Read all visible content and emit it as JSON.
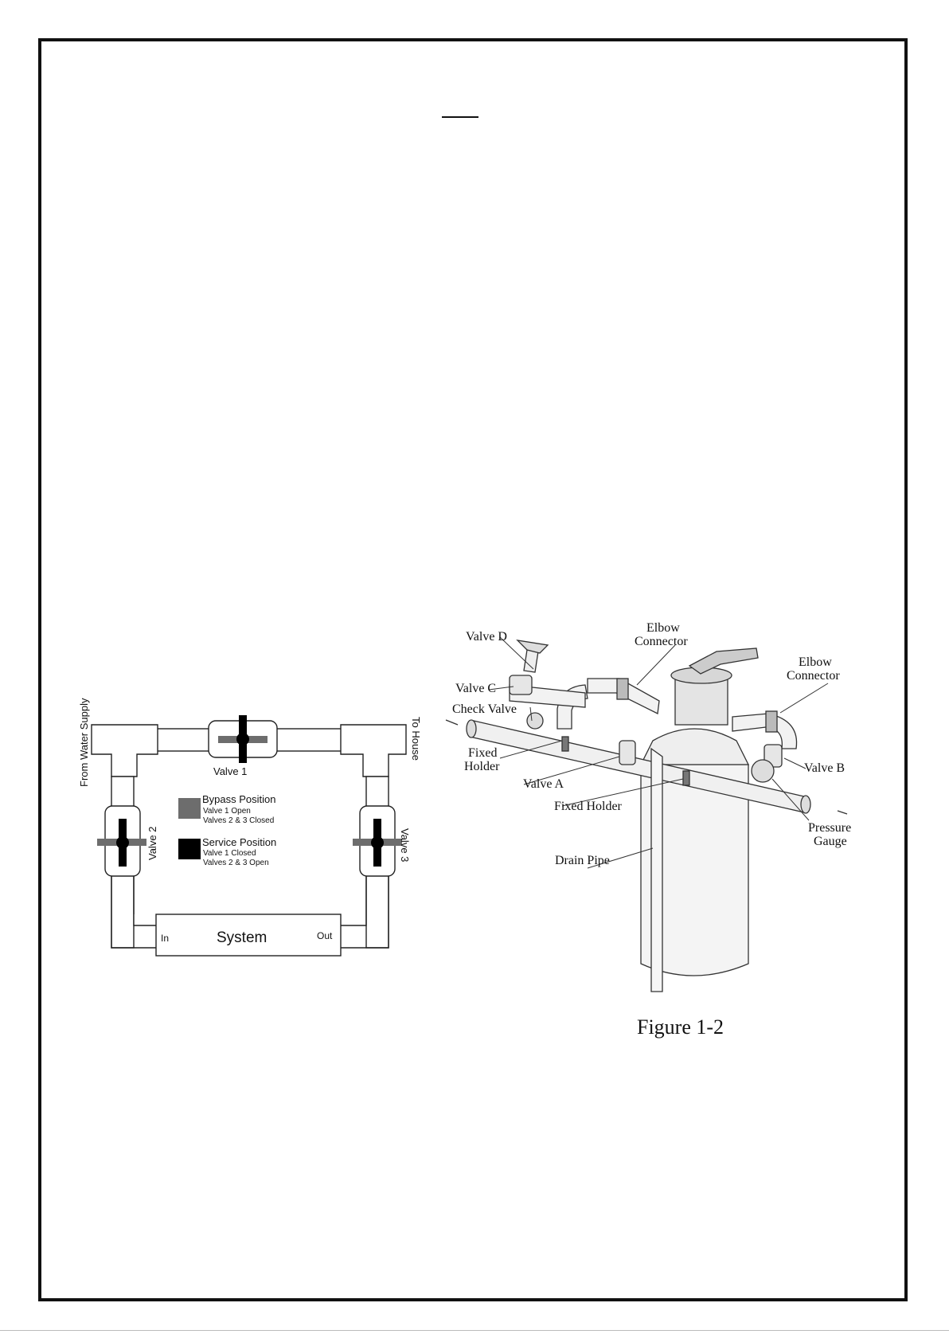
{
  "bypass_diagram": {
    "from_water_supply": "From Water Supply",
    "to_house": "To House",
    "valve_1": "Valve 1",
    "valve_2": "Valve 2",
    "valve_3": "Valve 3",
    "system": "System",
    "in": "In",
    "out": "Out",
    "legend": [
      {
        "title": "Bypass Position",
        "line1": "Valve 1 Open",
        "line2": "Valves 2 & 3 Closed",
        "color": "#6d6d6d"
      },
      {
        "title": "Service Position",
        "line1": "Valve 1 Closed",
        "line2": "Valves 2 & 3 Open",
        "color": "#000000"
      }
    ]
  },
  "figure_1_2": {
    "caption": "Figure 1-2",
    "labels": {
      "valve_d": "Valve D",
      "elbow_connector_top_1": "Elbow",
      "elbow_connector_top_2": "Connector",
      "elbow_connector_right_1": "Elbow",
      "elbow_connector_right_2": "Connector",
      "valve_c": "Valve C",
      "check_valve": "Check Valve",
      "fixed_holder_left_1": "Fixed",
      "fixed_holder_left_2": "Holder",
      "valve_a": "Valve A",
      "fixed_holder_mid": "Fixed Holder",
      "valve_b": "Valve B",
      "pressure_gauge_1": "Pressure",
      "pressure_gauge_2": "Gauge",
      "drain_pipe": "Drain Pipe"
    }
  }
}
